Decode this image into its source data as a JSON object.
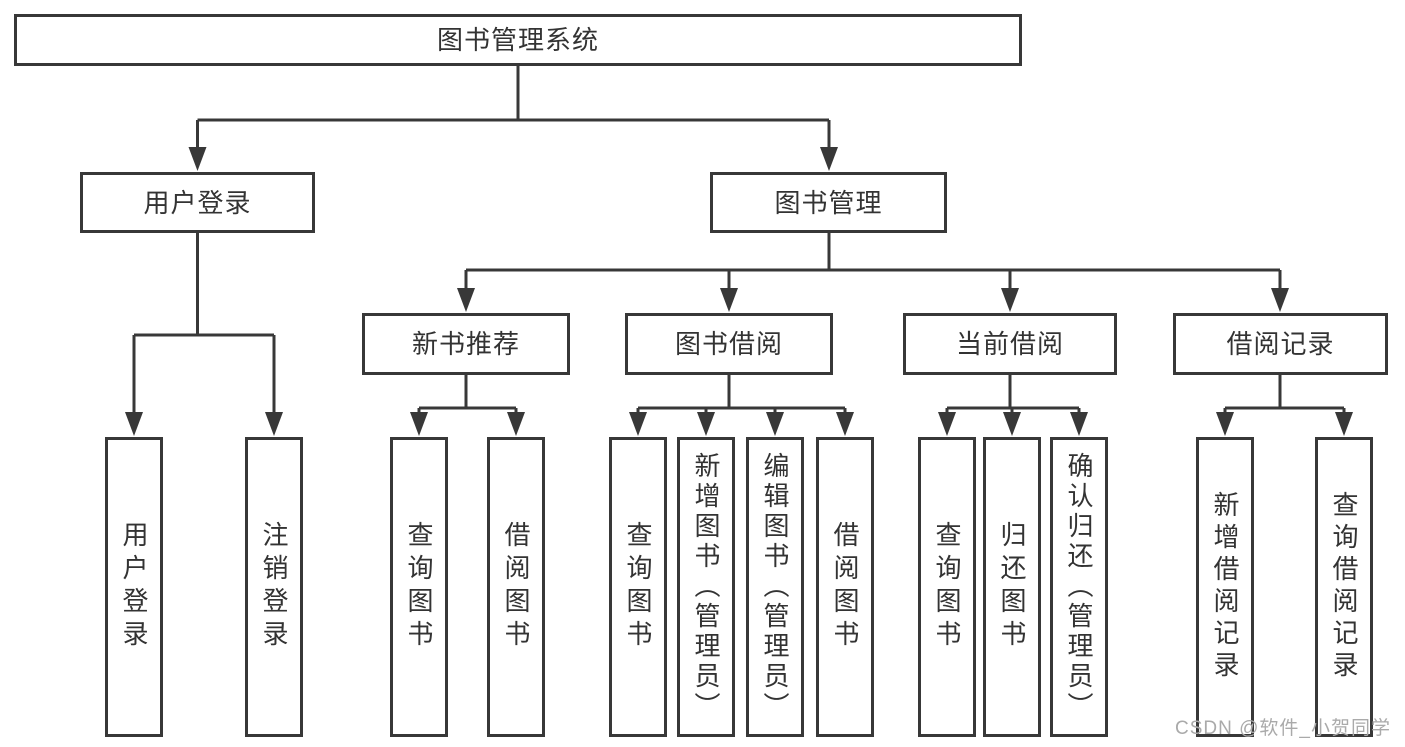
{
  "colors": {
    "line": "#383838",
    "box_border": "#383838",
    "text": "#333333",
    "watermark": "#aaaaaa",
    "background": "#ffffff"
  },
  "tree": {
    "root": {
      "label": "图书管理系统"
    },
    "children": [
      {
        "label": "用户登录",
        "children": [
          {
            "label": "用户登录"
          },
          {
            "label": "注销登录"
          }
        ]
      },
      {
        "label": "图书管理",
        "children": [
          {
            "label": "新书推荐",
            "children": [
              {
                "label": "查询图书"
              },
              {
                "label": "借阅图书"
              }
            ]
          },
          {
            "label": "图书借阅",
            "children": [
              {
                "label": "查询图书"
              },
              {
                "label": "新增图书（管理员）"
              },
              {
                "label": "编辑图书（管理员）"
              },
              {
                "label": "借阅图书"
              }
            ]
          },
          {
            "label": "当前借阅",
            "children": [
              {
                "label": "查询图书"
              },
              {
                "label": "归还图书"
              },
              {
                "label": "确认归还（管理员）"
              }
            ]
          },
          {
            "label": "借阅记录",
            "children": [
              {
                "label": "新增借阅记录"
              },
              {
                "label": "查询借阅记录"
              }
            ]
          }
        ]
      }
    ]
  },
  "watermark": {
    "text": "CSDN @软件_小贺同学"
  }
}
